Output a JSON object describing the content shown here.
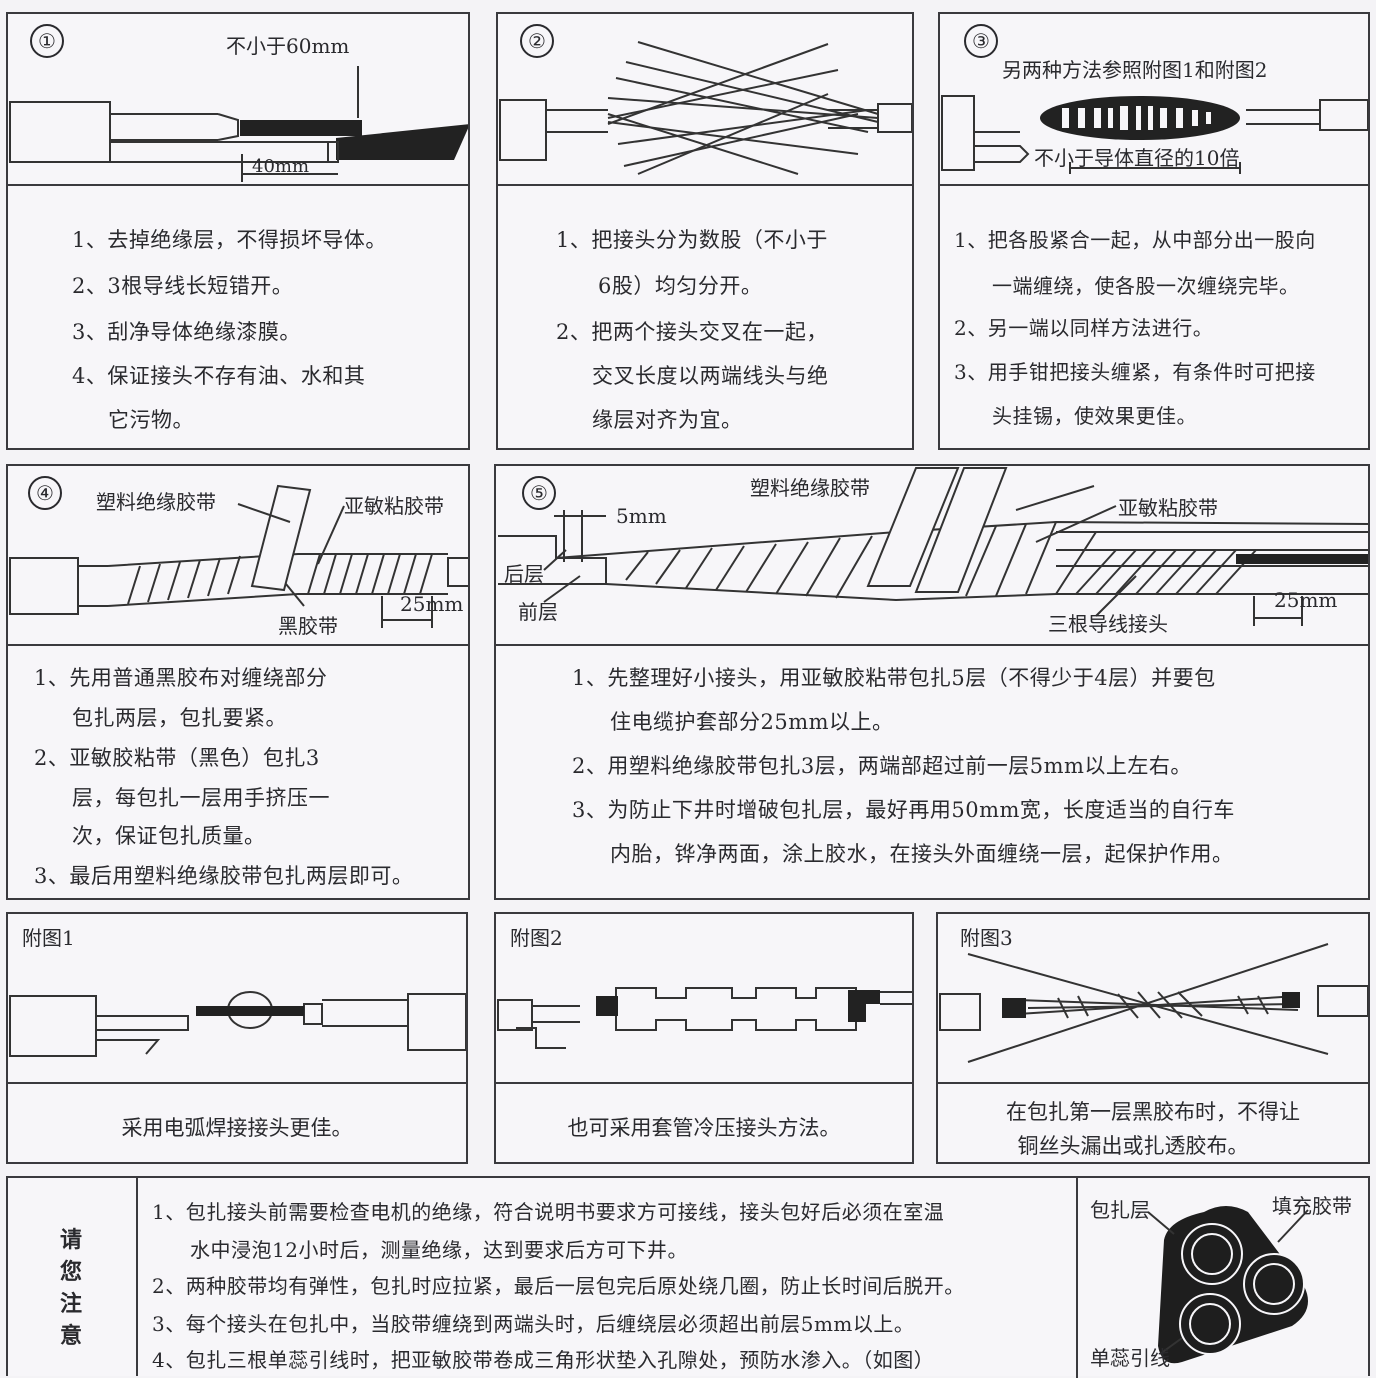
{
  "panel1": {
    "num": "①",
    "label_top": "不小于60mm",
    "label_bottom": "40mm",
    "steps": [
      "1、去掉绝缘层，不得损坏导体。",
      "2、3根导线长短错开。",
      "3、刮净导体绝缘漆膜。",
      "4、保证接头不存有油、水和其",
      "它污物。"
    ]
  },
  "panel2": {
    "num": "②",
    "steps": [
      "1、把接头分为数股（不小于",
      "6股）均匀分开。",
      "2、把两个接头交叉在一起，",
      "交叉长度以两端线头与绝",
      "缘层对齐为宜。"
    ]
  },
  "panel3": {
    "num": "③",
    "label_top": "另两种方法参照附图1和附图2",
    "label_bottom": "不小于导体直径的10倍",
    "steps": [
      "1、把各股紧合一起，从中部分出一股向",
      "一端缠绕，使各股一次缠绕完毕。",
      "2、另一端以同样方法进行。",
      "3、用手钳把接头缠紧，有条件时可把接",
      "头挂锡，使效果更佳。"
    ]
  },
  "panel4": {
    "num": "④",
    "label_plastic": "塑料绝缘胶带",
    "label_yamin": "亚敏粘胶带",
    "label_black": "黑胶带",
    "label_25": "25mm",
    "steps": [
      "1、先用普通黑胶布对缠绕部分",
      "包扎两层，包扎要紧。",
      "2、亚敏胶粘带（黑色）包扎3",
      "层，每包扎一层用手挤压一",
      "次，保证包扎质量。",
      "3、最后用塑料绝缘胶带包扎两层即可。"
    ]
  },
  "panel5": {
    "num": "⑤",
    "label_plastic": "塑料绝缘胶带",
    "label_yamin": "亚敏粘胶带",
    "label_5mm": "5mm",
    "label_back": "后层",
    "label_front": "前层",
    "label_joint": "三根导线接头",
    "label_25": "25mm",
    "steps": [
      "1、先整理好小接头，用亚敏胶粘带包扎5层（不得少于4层）并要包",
      "住电缆护套部分25mm以上。",
      "2、用塑料绝缘胶带包扎3层，两端部超过前一层5mm以上左右。",
      "3、为防止下井时增破包扎层，最好再用50mm宽，长度适当的自行车",
      "内胎，铧净两面，涂上胶水，在接头外面缠绕一层，起保护作用。"
    ]
  },
  "fig1": {
    "title": "附图1",
    "caption": "采用电弧焊接接头更佳。"
  },
  "fig2": {
    "title": "附图2",
    "caption": "也可采用套管冷压接头方法。"
  },
  "fig3": {
    "title": "附图3",
    "caption_lines": [
      "在包扎第一层黑胶布时，不得让",
      "铜丝头漏出或扎透胶布。"
    ]
  },
  "notes": {
    "heading": [
      "请",
      "您",
      "注",
      "意"
    ],
    "items": [
      "1、包扎接头前需要检查电机的绝缘，符合说明书要求方可接线，接头包好后必须在室温",
      "水中浸泡12小时后，测量绝缘，达到要求后方可下井。",
      "2、两种胶带均有弹性，包扎时应拉紧，最后一层包完后原处绕几圈，防止长时间后脱开。",
      "3、每个接头在包扎中，当胶带缠绕到两端头时，后缠绕层必须超出前层5mm以上。",
      "4、包扎三根单蕊引线时，把亚敏胶带卷成三角形状垫入孔隙处，预防水渗入。（如图）"
    ],
    "label_wrap": "包扎层",
    "label_fill": "填充胶带",
    "label_lead": "单蕊引线"
  }
}
